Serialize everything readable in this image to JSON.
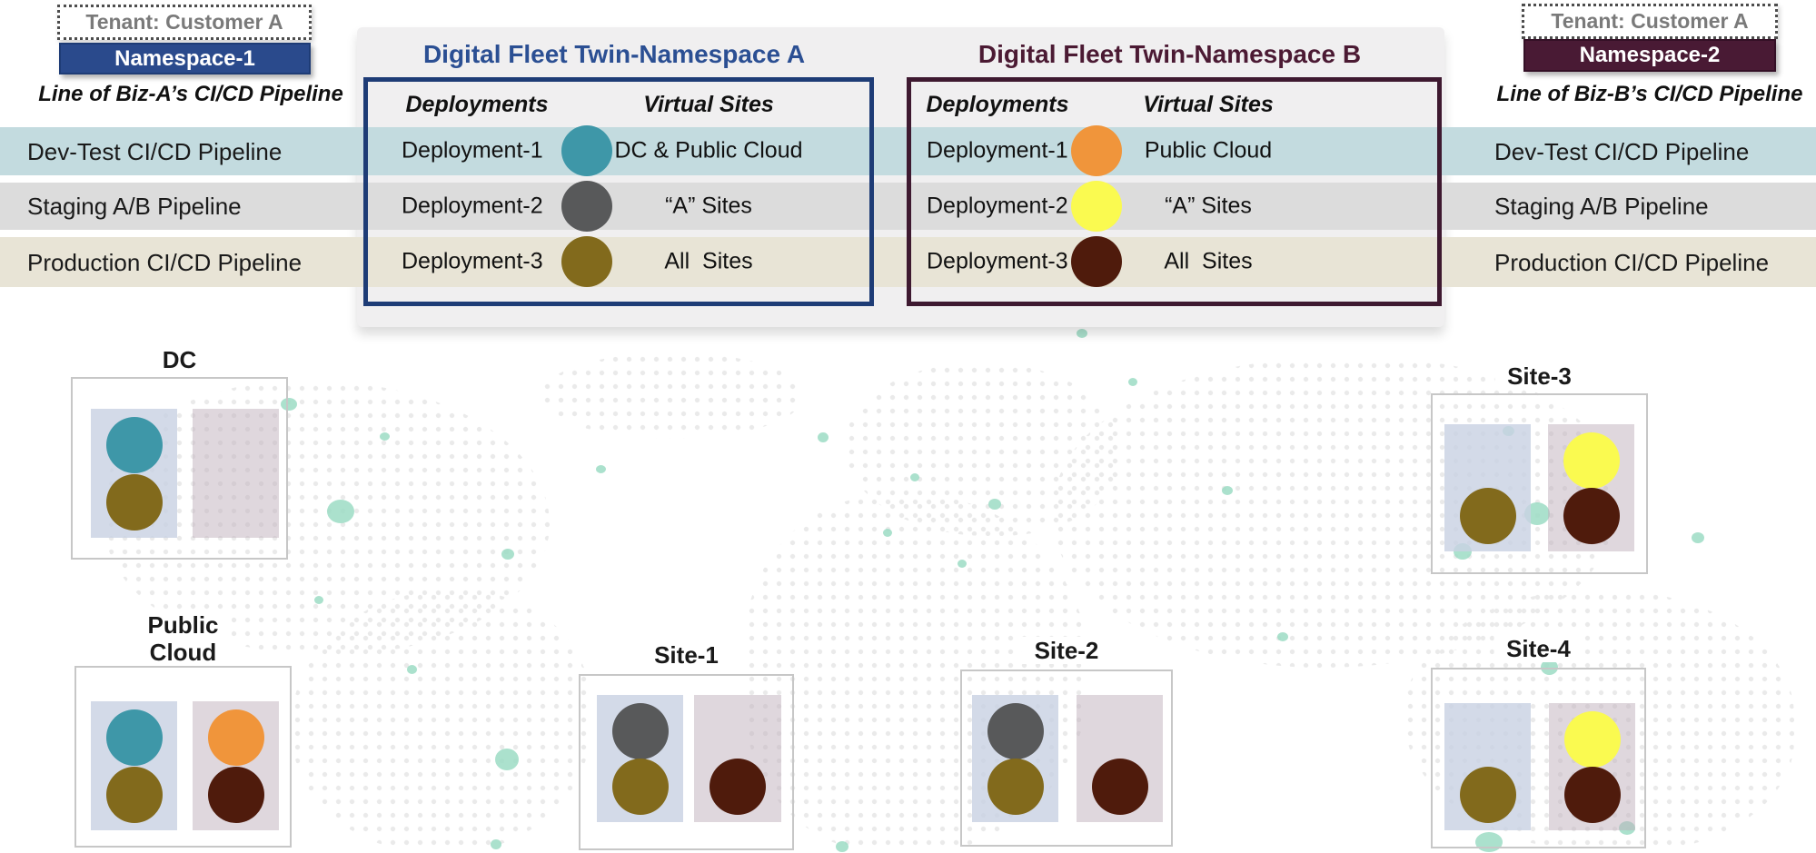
{
  "tenants": {
    "left": {
      "label": "Tenant: Customer A",
      "namespace": "Namespace-1",
      "caption": "Line of Biz-A’s CI/CD Pipeline"
    },
    "right": {
      "label": "Tenant: Customer A",
      "namespace": "Namespace-2",
      "caption": "Line of Biz-B’s CI/CD Pipeline"
    }
  },
  "pipeline_rows": [
    {
      "label": "Dev-Test CI/CD Pipeline",
      "color": "#c3dbdf"
    },
    {
      "label": "Staging A/B Pipeline",
      "color": "#dcdcdc"
    },
    {
      "label": "Production CI/CD Pipeline",
      "color": "#e8e4d6"
    }
  ],
  "namespace_panels": [
    {
      "title": "Digital Fleet Twin-Namespace A",
      "title_color": "#2b4f93",
      "border_color": "#1e3c76",
      "columns": {
        "deployments": "Deployments",
        "virtual_sites": "Virtual Sites"
      },
      "rows": [
        {
          "deployment": "Deployment-1",
          "dot_color": "#3e97a8",
          "virtual_sites": "DC & Public Cloud"
        },
        {
          "deployment": "Deployment-2",
          "dot_color": "#58595a",
          "virtual_sites": "“A” Sites"
        },
        {
          "deployment": "Deployment-3",
          "dot_color": "#826a1c",
          "virtual_sites": "All  Sites"
        }
      ]
    },
    {
      "title": "Digital Fleet Twin-Namespace B",
      "title_color": "#4b1a33",
      "border_color": "#3e1930",
      "columns": {
        "deployments": "Deployments",
        "virtual_sites": "Virtual Sites"
      },
      "rows": [
        {
          "deployment": "Deployment-1",
          "dot_color": "#f0953b",
          "virtual_sites": "Public Cloud"
        },
        {
          "deployment": "Deployment-2",
          "dot_color": "#fafa50",
          "virtual_sites": "“A” Sites"
        },
        {
          "deployment": "Deployment-3",
          "dot_color": "#4f1b0c",
          "virtual_sites": "All  Sites"
        }
      ]
    }
  ],
  "sites": [
    {
      "name": "DC",
      "left": {
        "top": "#3e97a8",
        "bottom": "#826a1c"
      },
      "right": {
        "top": null,
        "bottom": null
      }
    },
    {
      "name": "Public\nCloud",
      "left": {
        "top": "#3e97a8",
        "bottom": "#826a1c"
      },
      "right": {
        "top": "#f0953b",
        "bottom": "#4f1b0c"
      }
    },
    {
      "name": "Site-1",
      "left": {
        "top": "#58595a",
        "bottom": "#826a1c"
      },
      "right": {
        "top": null,
        "bottom": "#4f1b0c"
      }
    },
    {
      "name": "Site-2",
      "left": {
        "top": "#58595a",
        "bottom": "#826a1c"
      },
      "right": {
        "top": null,
        "bottom": "#4f1b0c"
      }
    },
    {
      "name": "Site-3",
      "left": {
        "top": null,
        "bottom": "#826a1c"
      },
      "right": {
        "top": "#fafa50",
        "bottom": "#4f1b0c"
      }
    },
    {
      "name": "Site-4",
      "left": {
        "top": null,
        "bottom": "#826a1c"
      },
      "right": {
        "top": "#fafa50",
        "bottom": "#4f1b0c"
      }
    }
  ]
}
